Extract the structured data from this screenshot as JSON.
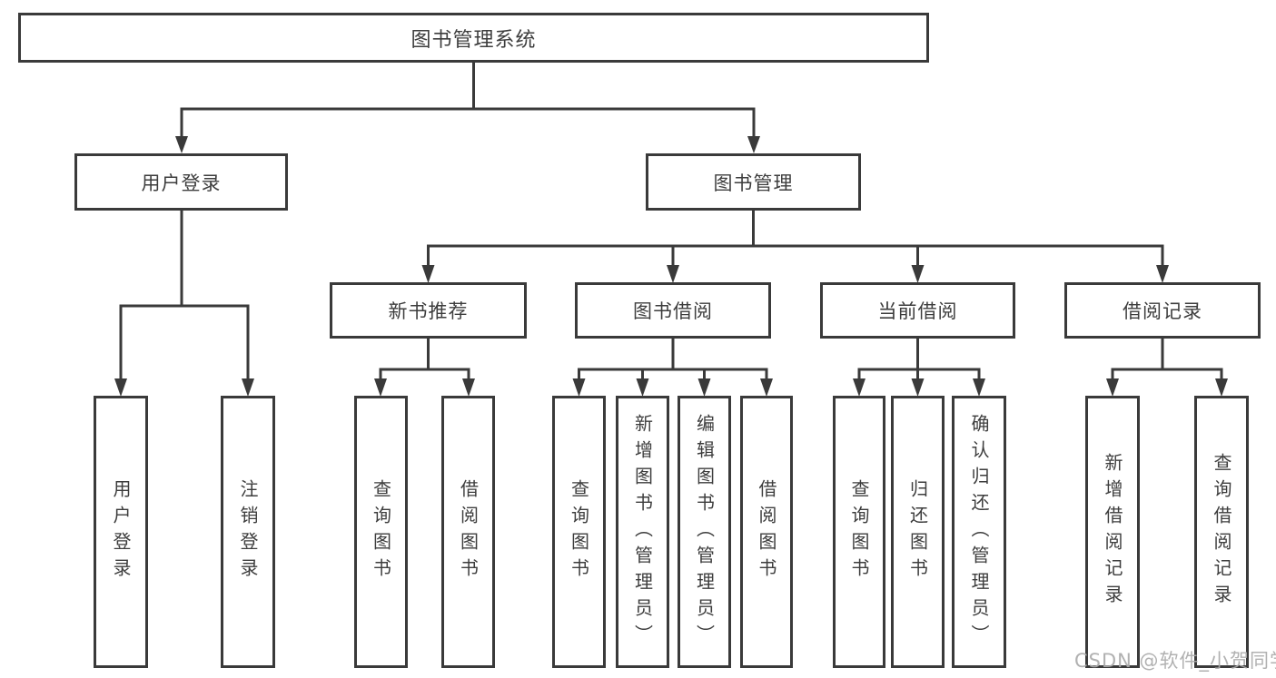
{
  "diagram": {
    "root": {
      "label": "图书管理系统"
    },
    "level2": [
      {
        "label": "用户登录"
      },
      {
        "label": "图书管理"
      }
    ],
    "level3": [
      {
        "label": "新书推荐"
      },
      {
        "label": "图书借阅"
      },
      {
        "label": "当前借阅"
      },
      {
        "label": "借阅记录"
      }
    ],
    "leaves": {
      "user_login": [
        "用户登录",
        "注销登录"
      ],
      "new_book": [
        "查询图书",
        "借阅图书"
      ],
      "book_borrow": [
        "查询图书",
        "新增图书（管理员）",
        "编辑图书（管理员）",
        "借阅图书"
      ],
      "current_borrow": [
        "查询图书",
        "归还图书",
        "确认归还（管理员）"
      ],
      "borrow_record": [
        "新增借阅记录",
        "查询借阅记录"
      ]
    }
  },
  "watermark": {
    "text": "CSDN @软件_小贺同学"
  },
  "colors": {
    "line": "#3a3a3a",
    "text": "#3d3d3d",
    "watermark": "#ababab",
    "background": "#ffffff"
  }
}
